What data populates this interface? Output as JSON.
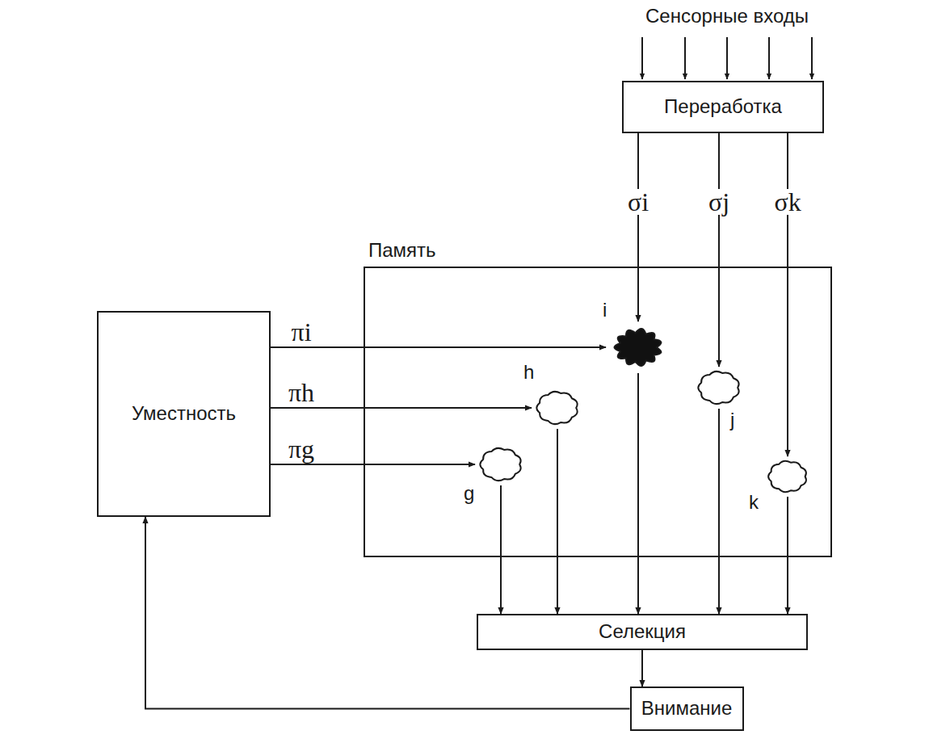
{
  "diagram": {
    "nodes": [
      {
        "text": [
          "Переработка"
        ]
      },
      {
        "text": [
          "Память"
        ]
      },
      {
        "text": [
          "i"
        ],
        "in": 1
      },
      {
        "text": [
          "h"
        ],
        "in": 1
      },
      {
        "text": [
          "j"
        ],
        "in": 1
      },
      {
        "text": [
          "g"
        ],
        "in": 1
      },
      {
        "text": [
          "k"
        ],
        "in": 1
      },
      {
        "text": [
          "Уместность"
        ]
      },
      {
        "text": [
          "Селекция"
        ]
      },
      {
        "text": [
          "Внимание"
        ]
      }
    ],
    "edges": [
      {
        "from": 0,
        "to": 2,
        "arrow": "to",
        "label": "σi"
      },
      {
        "from": 0,
        "to": 4,
        "arrow": "to",
        "label": "σj"
      },
      {
        "from": 0,
        "to": 6,
        "arrow": "to",
        "label": "σk"
      },
      {
        "from": 7,
        "to": 2,
        "arrow": "to",
        "label": "πi"
      },
      {
        "from": 7,
        "to": 3,
        "arrow": "to",
        "label": "πh"
      },
      {
        "from": 7,
        "to": 5,
        "arrow": "to",
        "label": "πg"
      },
      {
        "from": 2,
        "to": 8,
        "arrow": "to"
      },
      {
        "from": 3,
        "to": 8,
        "arrow": "to"
      },
      {
        "from": 4,
        "to": 8,
        "arrow": "to"
      },
      {
        "from": 5,
        "to": 8,
        "arrow": "to"
      },
      {
        "from": 6,
        "to": 8,
        "arrow": "to"
      },
      {
        "from": 8,
        "to": 9,
        "arrow": "to"
      },
      {
        "from": 9,
        "to": 7,
        "arrow": "to"
      }
    ],
    "labels": [
      "Сенсорные входы"
    ]
  }
}
